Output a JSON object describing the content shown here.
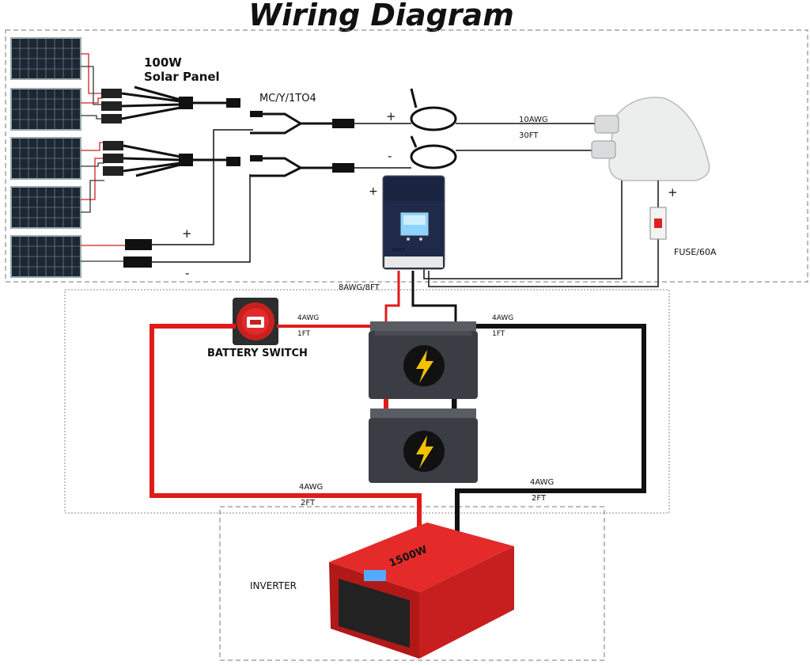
{
  "title": "Wiring Diagram",
  "labels": {
    "solar_panel_line1": "100W",
    "solar_panel_line2": "Solar Panel",
    "branch_connector": "MC/Y/1TO4",
    "cable_gauge_10": "10AWG",
    "cable_length_30": "30FT",
    "fuse": "FUSE/60A",
    "controller_cable": "8AWG/8FT",
    "battery_switch": "BATTERY SWITCH",
    "switch_cable_gauge": "4AWG",
    "switch_cable_length": "1FT",
    "neg_cable_gauge": "4AWG",
    "neg_cable_length": "1FT",
    "inverter_pos_gauge": "4AWG",
    "inverter_pos_length": "2FT",
    "inverter_neg_gauge": "4AWG",
    "inverter_neg_length": "2FT",
    "inverter": "INVERTER",
    "inverter_brand": "1500W",
    "controller_text": "MPPT",
    "plus": "+",
    "minus": "-"
  },
  "colors": {
    "positive_wire": "#e11b1b",
    "negative_wire": "#111111",
    "panel_cell": "#1d2733",
    "battery_body": "#3b3d44",
    "inverter_body": "#d81f1f",
    "controller_body": "#1f2a4a",
    "controller_screen": "#8fd3ff"
  },
  "icons": {
    "battery_symbol": "lightning-bolt-icon",
    "switch_symbol": "battery-switch-icon"
  }
}
